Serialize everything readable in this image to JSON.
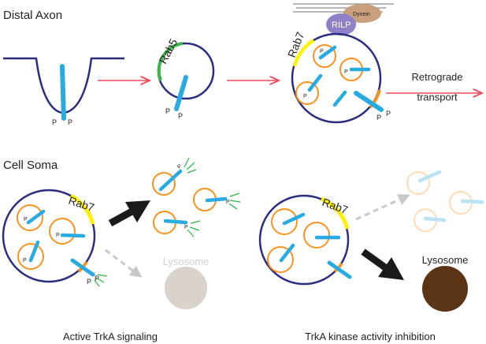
{
  "sections": {
    "distal_axon": "Distal Axon",
    "cell_soma": "Cell Soma"
  },
  "labels": {
    "rab5": "Rab5",
    "rab7": "Rab7",
    "rilp": "RILP",
    "dynein": "Dynein",
    "retrograde_line1": "Retrograde",
    "retrograde_line2": "transport",
    "lysosome": "Lysosome",
    "phospho": "P"
  },
  "captions": {
    "left": "Active TrkA signaling",
    "right": "TrkA kinase activity inhibition"
  },
  "colors": {
    "membrane": "#2b2d7f",
    "receptor": "#29abe2",
    "vesicle": "#f7931e",
    "rab5": "#39b54a",
    "rab7": "#fff200",
    "arrow_red": "#ed4a5a",
    "arrow_black": "#1a1a1a",
    "arrow_grey": "#c8c8c8",
    "rilp": "#8f80c7",
    "dynein": "#c9a07d",
    "lysosome_faded": "#d9d3cc",
    "lysosome_active": "#5b3415",
    "signal": "#2fb34a"
  }
}
